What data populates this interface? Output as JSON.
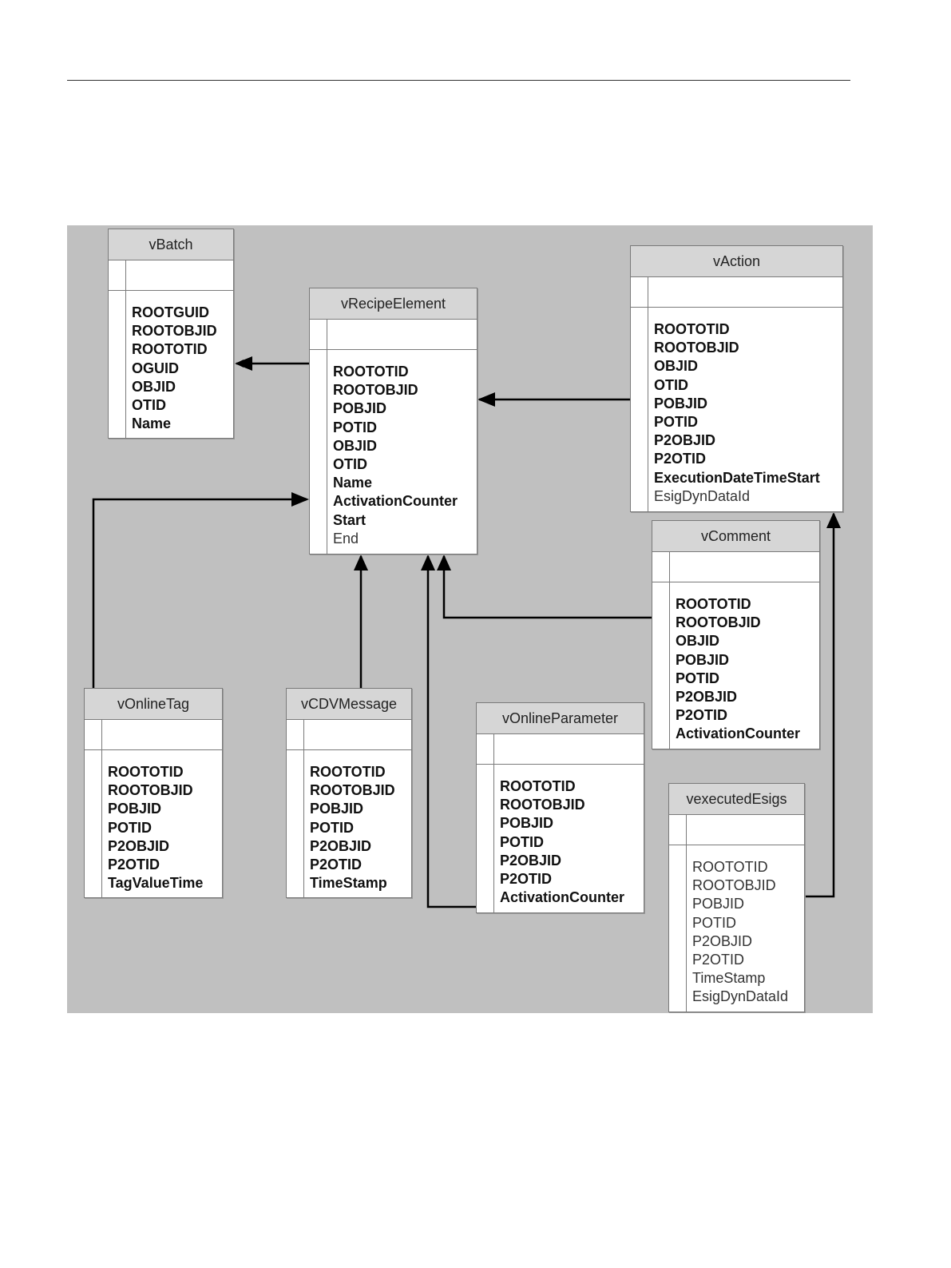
{
  "tables": {
    "vBatch": {
      "title": "vBatch",
      "fields": [
        {
          "name": "ROOTGUID",
          "bold": true
        },
        {
          "name": "ROOTOBJID",
          "bold": true
        },
        {
          "name": "ROOTOTID",
          "bold": true
        },
        {
          "name": "OGUID",
          "bold": true
        },
        {
          "name": "OBJID",
          "bold": true
        },
        {
          "name": "OTID",
          "bold": true
        },
        {
          "name": "Name",
          "bold": true
        }
      ]
    },
    "vRecipeElement": {
      "title": "vRecipeElement",
      "fields": [
        {
          "name": "ROOTOTID",
          "bold": true
        },
        {
          "name": "ROOTOBJID",
          "bold": true
        },
        {
          "name": "POBJID",
          "bold": true
        },
        {
          "name": "POTID",
          "bold": true
        },
        {
          "name": "OBJID",
          "bold": true
        },
        {
          "name": "OTID",
          "bold": true
        },
        {
          "name": "Name",
          "bold": true
        },
        {
          "name": "ActivationCounter",
          "bold": true
        },
        {
          "name": "Start",
          "bold": true
        },
        {
          "name": "End",
          "bold": false
        }
      ]
    },
    "vAction": {
      "title": "vAction",
      "fields": [
        {
          "name": "ROOTOTID",
          "bold": true
        },
        {
          "name": "ROOTOBJID",
          "bold": true
        },
        {
          "name": "OBJID",
          "bold": true
        },
        {
          "name": "OTID",
          "bold": true
        },
        {
          "name": "POBJID",
          "bold": true
        },
        {
          "name": "POTID",
          "bold": true
        },
        {
          "name": "P2OBJID",
          "bold": true
        },
        {
          "name": "P2OTID",
          "bold": true
        },
        {
          "name": "ExecutionDateTimeStart",
          "bold": true
        },
        {
          "name": "EsigDynDataId",
          "bold": false
        }
      ]
    },
    "vComment": {
      "title": "vComment",
      "fields": [
        {
          "name": "ROOTOTID",
          "bold": true
        },
        {
          "name": "ROOTOBJID",
          "bold": true
        },
        {
          "name": "OBJID",
          "bold": true
        },
        {
          "name": "POBJID",
          "bold": true
        },
        {
          "name": "POTID",
          "bold": true
        },
        {
          "name": "P2OBJID",
          "bold": true
        },
        {
          "name": "P2OTID",
          "bold": true
        },
        {
          "name": "ActivationCounter",
          "bold": true
        }
      ]
    },
    "vOnlineTag": {
      "title": "vOnlineTag",
      "fields": [
        {
          "name": "ROOTOTID",
          "bold": true
        },
        {
          "name": "ROOTOBJID",
          "bold": true
        },
        {
          "name": "POBJID",
          "bold": true
        },
        {
          "name": "POTID",
          "bold": true
        },
        {
          "name": "P2OBJID",
          "bold": true
        },
        {
          "name": "P2OTID",
          "bold": true
        },
        {
          "name": "TagValueTime",
          "bold": true
        }
      ]
    },
    "vCDVMessage": {
      "title": "vCDVMessage",
      "fields": [
        {
          "name": "ROOTOTID",
          "bold": true
        },
        {
          "name": "ROOTOBJID",
          "bold": true
        },
        {
          "name": "POBJID",
          "bold": true
        },
        {
          "name": "POTID",
          "bold": true
        },
        {
          "name": "P2OBJID",
          "bold": true
        },
        {
          "name": "P2OTID",
          "bold": true
        },
        {
          "name": "TimeStamp",
          "bold": true
        }
      ]
    },
    "vOnlineParameter": {
      "title": "vOnlineParameter",
      "fields": [
        {
          "name": "ROOTOTID",
          "bold": true
        },
        {
          "name": "ROOTOBJID",
          "bold": true
        },
        {
          "name": "POBJID",
          "bold": true
        },
        {
          "name": "POTID",
          "bold": true
        },
        {
          "name": "P2OBJID",
          "bold": true
        },
        {
          "name": "P2OTID",
          "bold": true
        },
        {
          "name": "ActivationCounter",
          "bold": true
        }
      ]
    },
    "vexecutedEsigs": {
      "title": "vexecutedEsigs",
      "fields": [
        {
          "name": "ROOTOTID",
          "bold": false
        },
        {
          "name": "ROOTOBJID",
          "bold": false
        },
        {
          "name": "POBJID",
          "bold": false
        },
        {
          "name": "POTID",
          "bold": false
        },
        {
          "name": "P2OBJID",
          "bold": false
        },
        {
          "name": "P2OTID",
          "bold": false
        },
        {
          "name": "TimeStamp",
          "bold": false
        },
        {
          "name": "EsigDynDataId",
          "bold": false
        }
      ]
    }
  },
  "relationships": [
    {
      "from": "vRecipeElement",
      "to": "vBatch"
    },
    {
      "from": "vAction",
      "to": "vRecipeElement"
    },
    {
      "from": "vOnlineTag",
      "to": "vRecipeElement"
    },
    {
      "from": "vCDVMessage",
      "to": "vRecipeElement"
    },
    {
      "from": "vOnlineParameter",
      "to": "vRecipeElement"
    },
    {
      "from": "vComment",
      "to": "vRecipeElement"
    },
    {
      "from": "vexecutedEsigs",
      "to": "vAction"
    }
  ]
}
